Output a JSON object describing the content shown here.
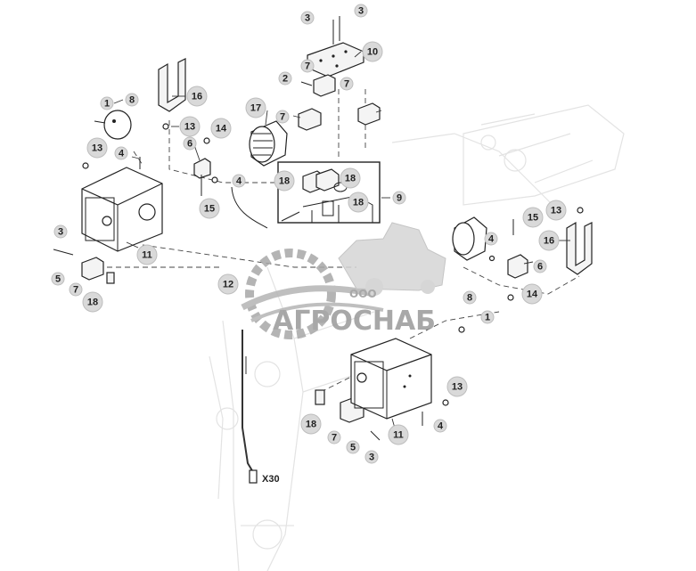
{
  "callouts": [
    {
      "id": "c3a",
      "label": "3"
    },
    {
      "id": "c3b",
      "label": "3"
    },
    {
      "id": "c10",
      "label": "10"
    },
    {
      "id": "c7a",
      "label": "7"
    },
    {
      "id": "c2",
      "label": "2"
    },
    {
      "id": "c7b",
      "label": "7"
    },
    {
      "id": "c7c",
      "label": "7"
    },
    {
      "id": "c16a",
      "label": "16"
    },
    {
      "id": "c1a",
      "label": "1"
    },
    {
      "id": "c8a",
      "label": "8"
    },
    {
      "id": "c13a",
      "label": "13"
    },
    {
      "id": "c17",
      "label": "17"
    },
    {
      "id": "c14a",
      "label": "14"
    },
    {
      "id": "c6a",
      "label": "6"
    },
    {
      "id": "c13b",
      "label": "13"
    },
    {
      "id": "c4a",
      "label": "4"
    },
    {
      "id": "c4b",
      "label": "4"
    },
    {
      "id": "c15a",
      "label": "15"
    },
    {
      "id": "c18a",
      "label": "18"
    },
    {
      "id": "c18b",
      "label": "18"
    },
    {
      "id": "c18c",
      "label": "18"
    },
    {
      "id": "c9",
      "label": "9"
    },
    {
      "id": "c11a",
      "label": "11"
    },
    {
      "id": "c3c",
      "label": "3"
    },
    {
      "id": "c5a",
      "label": "5"
    },
    {
      "id": "c7d",
      "label": "7"
    },
    {
      "id": "c18d",
      "label": "18"
    },
    {
      "id": "c12",
      "label": "12"
    },
    {
      "id": "c15b",
      "label": "15"
    },
    {
      "id": "c13c",
      "label": "13"
    },
    {
      "id": "c4c",
      "label": "4"
    },
    {
      "id": "c16b",
      "label": "16"
    },
    {
      "id": "c6b",
      "label": "6"
    },
    {
      "id": "c14b",
      "label": "14"
    },
    {
      "id": "c8b",
      "label": "8"
    },
    {
      "id": "c1b",
      "label": "1"
    },
    {
      "id": "c13d",
      "label": "13"
    },
    {
      "id": "c4d",
      "label": "4"
    },
    {
      "id": "c11b",
      "label": "11"
    },
    {
      "id": "c18e",
      "label": "18"
    },
    {
      "id": "c7e",
      "label": "7"
    },
    {
      "id": "c5b",
      "label": "5"
    },
    {
      "id": "c3d",
      "label": "3"
    }
  ],
  "connector_label": "X30",
  "watermark": {
    "brand": "АГРОСНАБ",
    "prefix": "ООО"
  }
}
